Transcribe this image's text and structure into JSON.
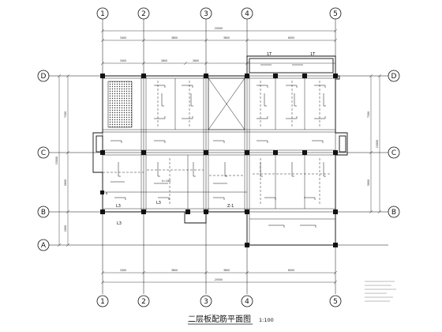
{
  "drawing": {
    "title": "二层板配筋平面图",
    "scale": "1:100"
  },
  "axes": {
    "columns": [
      "1",
      "2",
      "3",
      "4",
      "5"
    ],
    "rows": [
      "D",
      "C",
      "B",
      "A"
    ]
  },
  "dimensions": {
    "top_total": "20500",
    "top_segments": [
      "3400",
      "3800",
      "3800",
      "6000"
    ],
    "top_partial": [
      "3400",
      "2800",
      "2600",
      "1T"
    ],
    "bottom_total": "20500",
    "bottom_segments": [
      "3400",
      "3800",
      "3800",
      "6000"
    ],
    "left_total": "15000",
    "left_segments": [
      "7200",
      "5800",
      "2000"
    ],
    "right_total": "15000",
    "right_segments": [
      "7200",
      "5800"
    ]
  },
  "labels": {
    "slab_b": "B",
    "l3_a": "L3",
    "l3_b": "L3",
    "l3_c": "L3",
    "zl1": "Z-1",
    "note_h": "h=140",
    "t1": "1T",
    "t2": "1T"
  },
  "colors": {
    "line": "#111111",
    "hatch": "#333333"
  }
}
